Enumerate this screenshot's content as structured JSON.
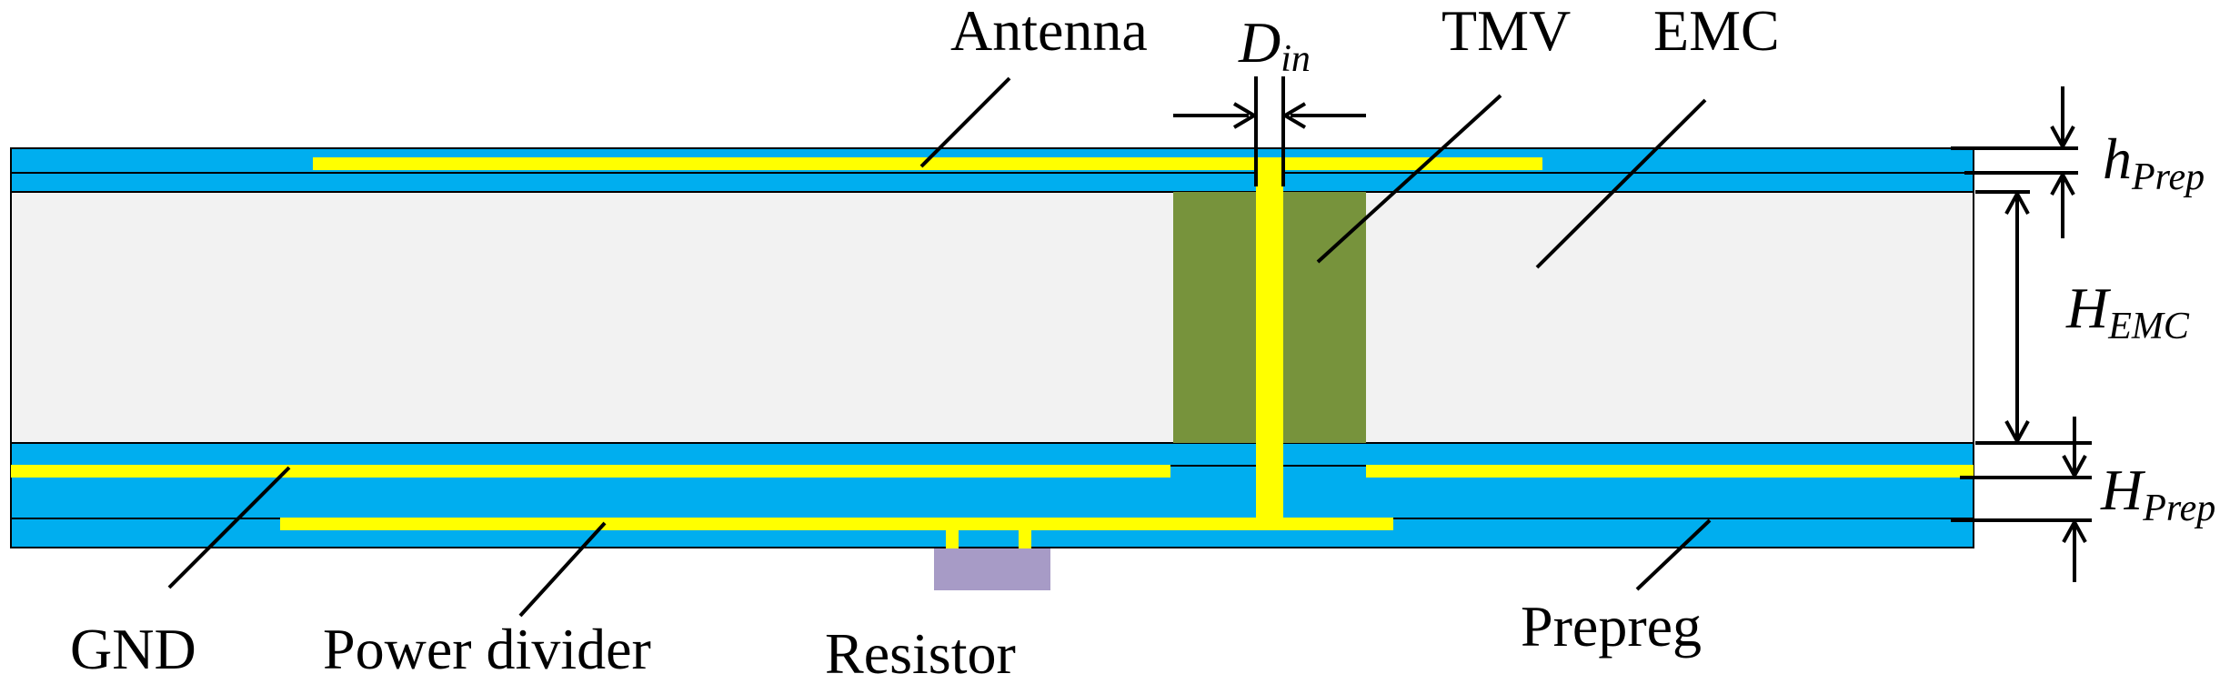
{
  "labels": {
    "antenna": "Antenna",
    "tmv": "TMV",
    "emc": "EMC",
    "gnd": "GND",
    "power_divider": "Power divider",
    "resistor": "Resistor",
    "prepreg": "Prepreg"
  },
  "dimensions": {
    "d_in": {
      "main": "D",
      "sub": "in"
    },
    "h_prep": {
      "main": "h",
      "sub": "Prep"
    },
    "h_emc": {
      "main": "H",
      "sub": "EMC"
    },
    "h_prep_bottom": {
      "main": "H",
      "sub": "Prep"
    }
  },
  "colors": {
    "prepreg": "#00AEEF",
    "emc": "#F2F2F2",
    "tmv": "#77933C",
    "metal": "#FFFF00",
    "resistor": "#A79BC6",
    "line": "#000000"
  }
}
